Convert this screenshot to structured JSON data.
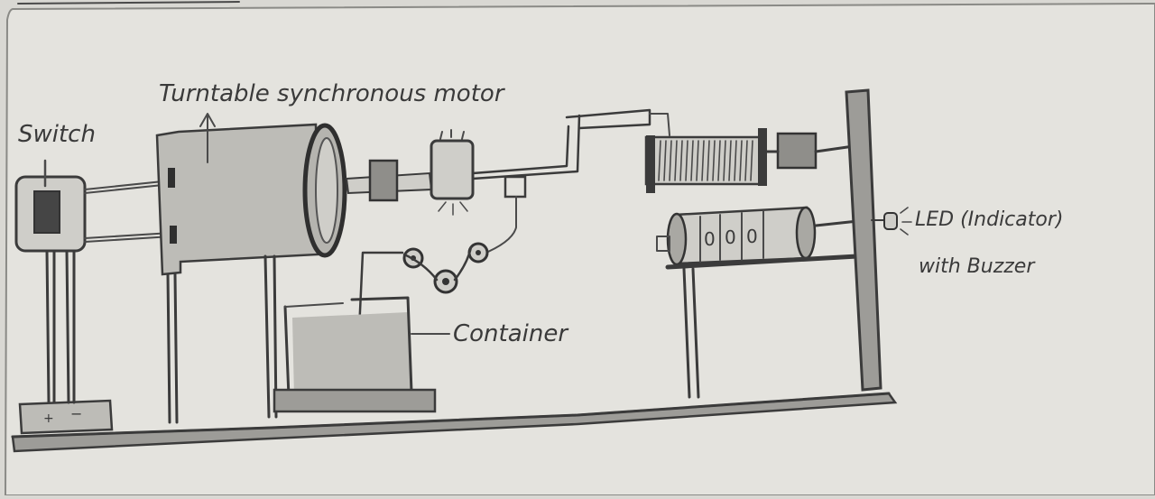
{
  "labels": {
    "switch": "Switch",
    "motor": "Turntable synchronous motor",
    "container": "Container",
    "led_line1": "LED (Indicator)",
    "led_line2": "with Buzzer"
  },
  "counter_digits": [
    "0",
    "0",
    "0"
  ],
  "battery_signs": [
    "+",
    "−"
  ],
  "colors": {
    "paper": "#e4e3de",
    "pencil": "#4a4a4a"
  }
}
